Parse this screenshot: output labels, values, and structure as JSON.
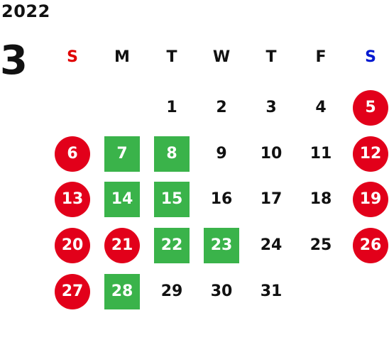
{
  "year": "2022",
  "month": "3",
  "weekdays": [
    "S",
    "M",
    "T",
    "W",
    "T",
    "F",
    "S"
  ],
  "colors": {
    "sunday_header": "#e00000",
    "saturday_header": "#0018d0",
    "holiday": "#e2001a",
    "green_highlight": "#3ab34a",
    "text": "#111111"
  },
  "days": [
    {
      "d": "1",
      "col": 2,
      "row": 0,
      "style": "plain"
    },
    {
      "d": "2",
      "col": 3,
      "row": 0,
      "style": "plain"
    },
    {
      "d": "3",
      "col": 4,
      "row": 0,
      "style": "plain"
    },
    {
      "d": "4",
      "col": 5,
      "row": 0,
      "style": "plain"
    },
    {
      "d": "5",
      "col": 6,
      "row": 0,
      "style": "holiday"
    },
    {
      "d": "6",
      "col": 0,
      "row": 1,
      "style": "holiday"
    },
    {
      "d": "7",
      "col": 1,
      "row": 1,
      "style": "special"
    },
    {
      "d": "8",
      "col": 2,
      "row": 1,
      "style": "special"
    },
    {
      "d": "9",
      "col": 3,
      "row": 1,
      "style": "plain"
    },
    {
      "d": "10",
      "col": 4,
      "row": 1,
      "style": "plain"
    },
    {
      "d": "11",
      "col": 5,
      "row": 1,
      "style": "plain"
    },
    {
      "d": "12",
      "col": 6,
      "row": 1,
      "style": "holiday"
    },
    {
      "d": "13",
      "col": 0,
      "row": 2,
      "style": "holiday"
    },
    {
      "d": "14",
      "col": 1,
      "row": 2,
      "style": "special"
    },
    {
      "d": "15",
      "col": 2,
      "row": 2,
      "style": "special"
    },
    {
      "d": "16",
      "col": 3,
      "row": 2,
      "style": "plain"
    },
    {
      "d": "17",
      "col": 4,
      "row": 2,
      "style": "plain"
    },
    {
      "d": "18",
      "col": 5,
      "row": 2,
      "style": "plain"
    },
    {
      "d": "19",
      "col": 6,
      "row": 2,
      "style": "holiday"
    },
    {
      "d": "20",
      "col": 0,
      "row": 3,
      "style": "holiday"
    },
    {
      "d": "21",
      "col": 1,
      "row": 3,
      "style": "holiday"
    },
    {
      "d": "22",
      "col": 2,
      "row": 3,
      "style": "special"
    },
    {
      "d": "23",
      "col": 3,
      "row": 3,
      "style": "special"
    },
    {
      "d": "24",
      "col": 4,
      "row": 3,
      "style": "plain"
    },
    {
      "d": "25",
      "col": 5,
      "row": 3,
      "style": "plain"
    },
    {
      "d": "26",
      "col": 6,
      "row": 3,
      "style": "holiday"
    },
    {
      "d": "27",
      "col": 0,
      "row": 4,
      "style": "holiday"
    },
    {
      "d": "28",
      "col": 1,
      "row": 4,
      "style": "special"
    },
    {
      "d": "29",
      "col": 2,
      "row": 4,
      "style": "plain"
    },
    {
      "d": "30",
      "col": 3,
      "row": 4,
      "style": "plain"
    },
    {
      "d": "31",
      "col": 4,
      "row": 4,
      "style": "plain"
    }
  ]
}
